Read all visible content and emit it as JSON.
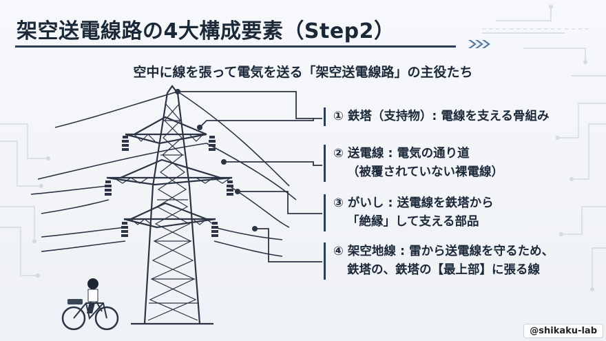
{
  "title": "架空送電線路の4大構成要素（Step2）",
  "subtitle": "空中に線を張って電気を送る「架空送電線路」の主役たち",
  "items": [
    {
      "line1": "① 鉄塔（支持物）: 電線を支える骨組み"
    },
    {
      "line1": "② 送電線 : 電気の通り道",
      "line2": "（被覆されていない裸電線）"
    },
    {
      "line1": "③ がいし : 送電線を鉄塔から",
      "line2": "「絶縁」して支える部品"
    },
    {
      "line1": "④ 架空地線 : 雷から送電線を守るため、",
      "line2": "鉄塔の、鉄塔の【最上部】に張る線"
    }
  ],
  "credit": "@shikaku-lab",
  "colors": {
    "ink": "#1b2838",
    "line": "#2b3444",
    "accent": "#5c7fa8",
    "background": "#f4f6f9"
  }
}
